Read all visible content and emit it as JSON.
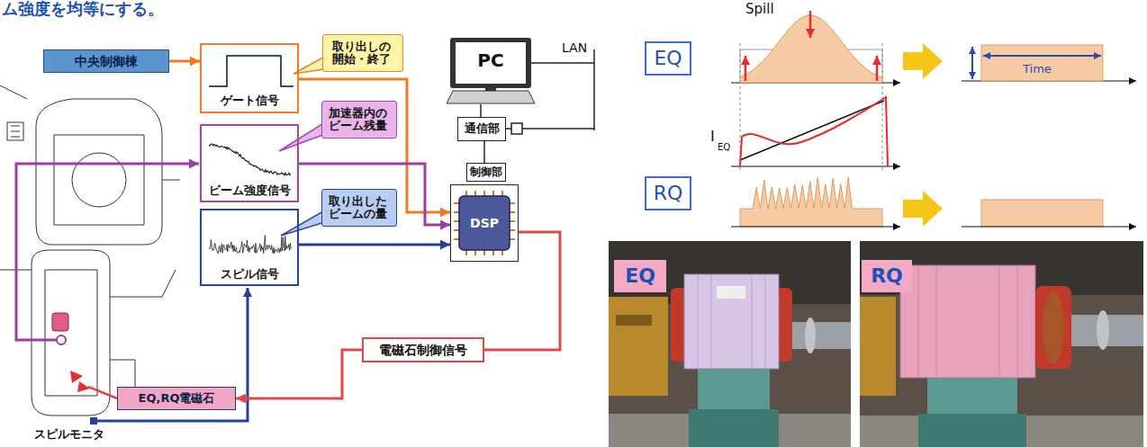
{
  "diagram": {
    "nodes": [
      {
        "text": [
          "中央制御棟"
        ]
      },
      {
        "text": [
          "ゲート信号"
        ]
      },
      {
        "text": [
          "取り出しの 開始・終了"
        ]
      },
      {
        "text": [
          "ビーム強度信号"
        ]
      },
      {
        "text": [
          "加速器内の ビーム残量"
        ]
      },
      {
        "text": [
          "スピル信号"
        ]
      },
      {
        "text": [
          "取り出した ビームの量"
        ]
      },
      {
        "text": [
          "PC"
        ]
      },
      {
        "text": [
          "通信部"
        ]
      },
      {
        "text": [
          "制御部"
        ]
      },
      {
        "text": [
          "DSP"
        ]
      },
      {
        "text": [
          "電磁石制御信号"
        ]
      },
      {
        "text": [
          "EQ,RQ電磁石"
        ]
      },
      {
        "text": [
          "EQ"
        ]
      },
      {
        "text": [
          "RQ"
        ]
      },
      {
        "text": [
          "EQ"
        ]
      },
      {
        "text": [
          "RQ"
        ]
      }
    ],
    "edges": [
      {
        "from": 0,
        "to": 1,
        "arrow": "to"
      },
      {
        "from": 1,
        "to": 10,
        "arrow": "to"
      },
      {
        "from": 3,
        "to": 10,
        "arrow": "to"
      },
      {
        "from": 5,
        "to": 10,
        "arrow": "to"
      },
      {
        "from": 10,
        "to": 11,
        "arrow": "none"
      },
      {
        "from": 11,
        "to": 12,
        "arrow": "to"
      },
      {
        "from": 7,
        "to": 8,
        "arrow": "none"
      },
      {
        "from": 8,
        "to": 9,
        "arrow": "none"
      }
    ],
    "labels": [
      "ム強度を均等にする。",
      "LAN",
      "スピルモニタ",
      "Spill",
      "Time",
      "I",
      "EQ"
    ]
  }
}
